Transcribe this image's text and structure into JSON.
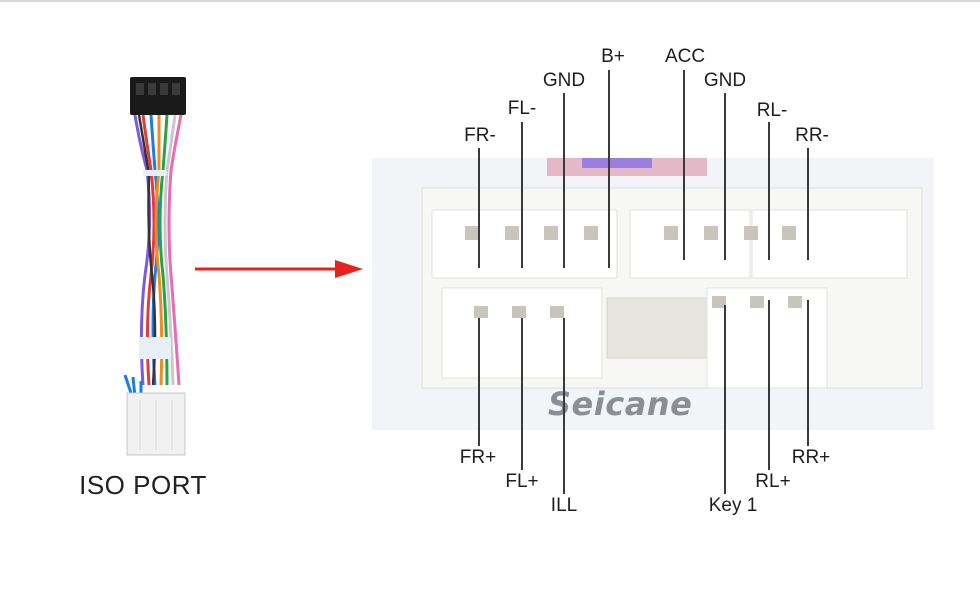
{
  "left_connector": {
    "label": "ISO PORT"
  },
  "photo": {
    "watermark": "Seicane"
  },
  "top_pins": {
    "fr_minus": "FR-",
    "fl_minus": "FL-",
    "gnd_1": "GND",
    "b_plus": "B+",
    "acc": "ACC",
    "gnd_2": "GND",
    "rl_minus": "RL-",
    "rr_minus": "RR-"
  },
  "bottom_pins": {
    "fr_plus": "FR+",
    "fl_plus": "FL+",
    "ill": "ILL",
    "key_1": "Key 1",
    "rl_plus": "RL+",
    "rr_plus": "RR+"
  },
  "colors": {
    "arrow": "#e8201e",
    "leader": "#3a3a3a"
  }
}
